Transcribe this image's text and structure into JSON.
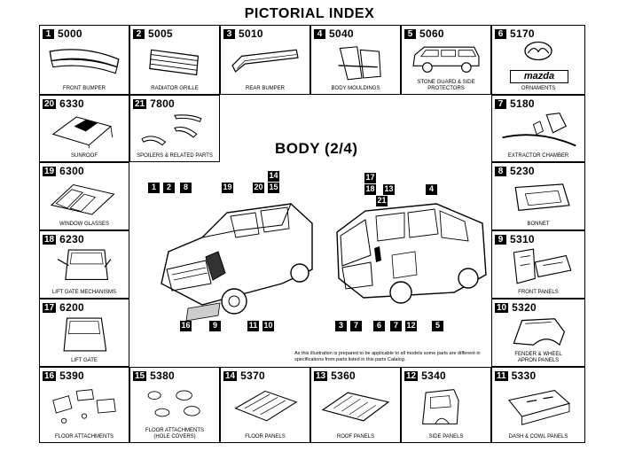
{
  "title": "PICTORIAL INDEX",
  "section_title": "BODY (2/4)",
  "note": "As this illustration is prepared to be applicable to all models some parts are different in specifications from parts listed in this parts Catalog.",
  "cells": [
    {
      "num": "1",
      "code": "5000",
      "caption": "FRONT BUMPER"
    },
    {
      "num": "2",
      "code": "5005",
      "caption": "RADIATOR GRILLE"
    },
    {
      "num": "3",
      "code": "5010",
      "caption": "REAR BUMPER"
    },
    {
      "num": "4",
      "code": "5040",
      "caption": "BODY MOULDINGS"
    },
    {
      "num": "5",
      "code": "5060",
      "caption": "STONE GUARD & SIDE PROTECTORS"
    },
    {
      "num": "6",
      "code": "5170",
      "caption": "ORNAMENTS"
    },
    {
      "num": "20",
      "code": "6330",
      "caption": "SUNROOF"
    },
    {
      "num": "21",
      "code": "7800",
      "caption": "SPOILERS & RELATED PARTS"
    },
    {
      "num": "7",
      "code": "5180",
      "caption": "EXTRACTOR CHAMBER"
    },
    {
      "num": "19",
      "code": "6300",
      "caption": "WINDOW GLASSES"
    },
    {
      "num": "8",
      "code": "5230",
      "caption": "BONNET"
    },
    {
      "num": "18",
      "code": "6230",
      "caption": "LIFT GATE MECHANISMS"
    },
    {
      "num": "9",
      "code": "5310",
      "caption": "FRONT PANELS"
    },
    {
      "num": "17",
      "code": "6200",
      "caption": "LIFT GATE"
    },
    {
      "num": "10",
      "code": "5320",
      "caption": "FENDER & WHEEL APRON PANELS"
    },
    {
      "num": "16",
      "code": "5390",
      "caption": "FLOOR ATTACHMENTS"
    },
    {
      "num": "15",
      "code": "5380",
      "caption": "FLOOR ATTACHMENTS (HOLE COVERS)"
    },
    {
      "num": "14",
      "code": "5370",
      "caption": "FLOOR PANELS"
    },
    {
      "num": "13",
      "code": "5360",
      "caption": "ROOF PANELS"
    },
    {
      "num": "12",
      "code": "5340",
      "caption": "SIDE PANELS"
    },
    {
      "num": "11",
      "code": "5330",
      "caption": "DASH & COWL PANELS"
    }
  ],
  "logo_text": "mazda",
  "callouts": [
    "1",
    "2",
    "8",
    "19",
    "20",
    "15",
    "14",
    "16",
    "9",
    "11",
    "10",
    "17",
    "18",
    "21",
    "13",
    "4",
    "3",
    "7",
    "6",
    "7",
    "12",
    "5"
  ]
}
